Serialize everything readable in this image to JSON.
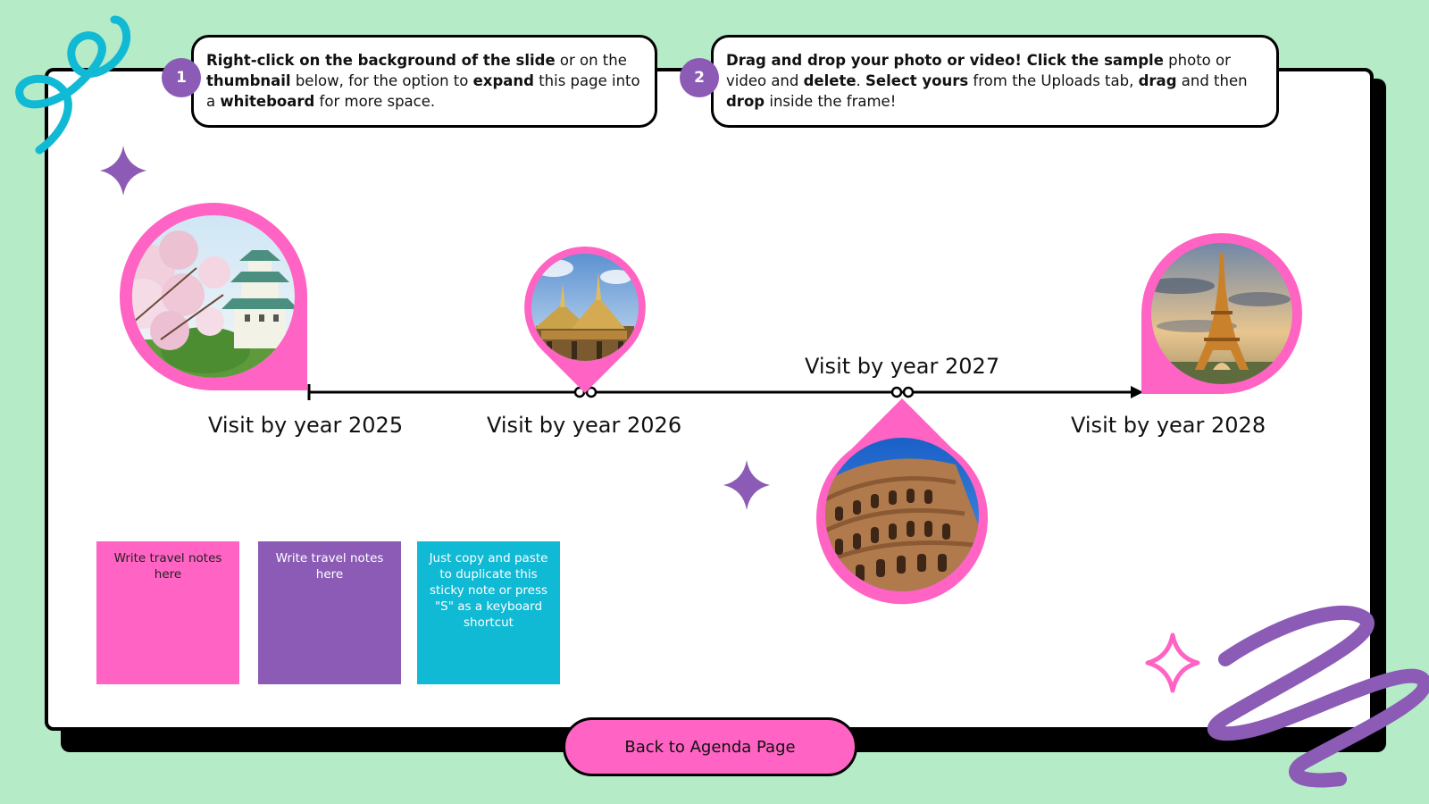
{
  "callouts": [
    {
      "number": "1",
      "parts": [
        {
          "text": "Right-click on the background of the slide",
          "bold": true
        },
        {
          "text": " or on the ",
          "bold": false
        },
        {
          "text": "thumbnail",
          "bold": true
        },
        {
          "text": " below, for the option to ",
          "bold": false
        },
        {
          "text": "expand",
          "bold": true
        },
        {
          "text": " this page into a ",
          "bold": false
        },
        {
          "text": "whiteboard",
          "bold": true
        },
        {
          "text": " for more space.",
          "bold": false
        }
      ]
    },
    {
      "number": "2",
      "parts": [
        {
          "text": "Drag and drop your photo or video! Click the sample",
          "bold": true
        },
        {
          "text": " photo or video and ",
          "bold": false
        },
        {
          "text": "delete",
          "bold": true
        },
        {
          "text": ". ",
          "bold": false
        },
        {
          "text": "Select yours",
          "bold": true
        },
        {
          "text": " from the Uploads tab, ",
          "bold": false
        },
        {
          "text": "drag",
          "bold": true
        },
        {
          "text": " and then ",
          "bold": false
        },
        {
          "text": "drop",
          "bold": true
        },
        {
          "text": " inside the frame!",
          "bold": false
        }
      ]
    }
  ],
  "timeline": {
    "milestones": [
      {
        "label": "Visit by year 2025",
        "image": "osaka-castle-cherry-blossom-photo"
      },
      {
        "label": "Visit by year 2026",
        "image": "thai-temple-photo"
      },
      {
        "label": "Visit by year 2027",
        "image": "colosseum-photo"
      },
      {
        "label": "Visit by year 2028",
        "image": "eiffel-tower-photo"
      }
    ]
  },
  "sticky_notes": [
    {
      "text": "Write travel notes here",
      "color": "#ff63c3"
    },
    {
      "text": "Write travel notes here",
      "color": "#8b5bb6"
    },
    {
      "text": "Just copy and paste to duplicate this sticky note or press \"S\" as a keyboard shortcut",
      "color": "#10b9d4"
    }
  ],
  "back_button": {
    "label": "Back to Agenda Page"
  },
  "colors": {
    "background": "#b5ebc6",
    "pink": "#ff63c3",
    "purple": "#8b5bb6",
    "teal": "#10b9d4",
    "black": "#000000"
  }
}
